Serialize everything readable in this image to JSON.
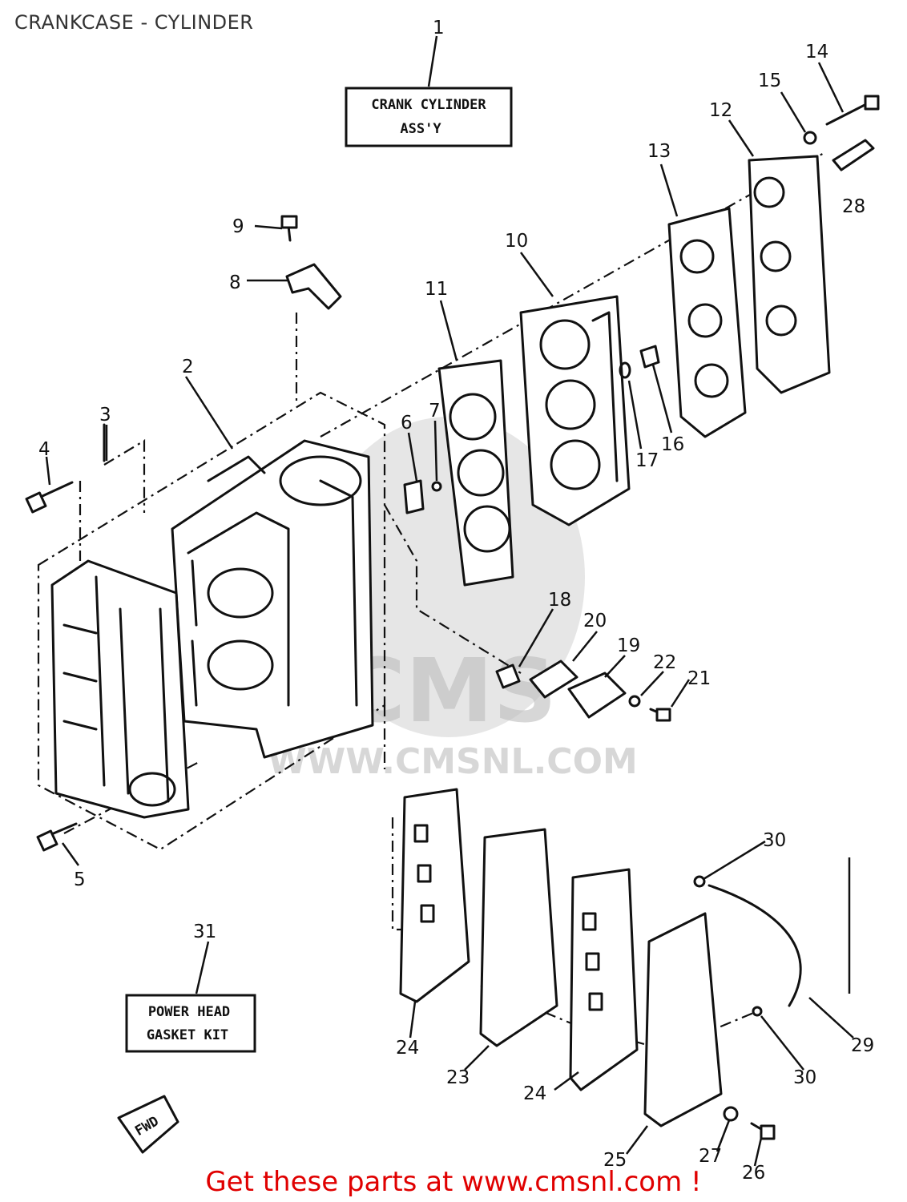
{
  "header": {
    "title": "CRANKCASE - CYLINDER"
  },
  "footer": {
    "link_text": "Get these parts at www.cmsnl.com !"
  },
  "watermark": {
    "text": "WWW.CMSNL.COM",
    "logo": "CMS"
  },
  "boxes": {
    "crank_cylinder": {
      "line1": "CRANK CYLINDER",
      "line2": "ASS'Y"
    },
    "gasket_kit": {
      "line1": "POWER HEAD",
      "line2": "GASKET KIT"
    },
    "fwd": "FWD"
  },
  "callouts": [
    {
      "n": "1"
    },
    {
      "n": "2"
    },
    {
      "n": "3"
    },
    {
      "n": "4"
    },
    {
      "n": "5"
    },
    {
      "n": "6"
    },
    {
      "n": "7"
    },
    {
      "n": "8"
    },
    {
      "n": "9"
    },
    {
      "n": "10"
    },
    {
      "n": "11"
    },
    {
      "n": "12"
    },
    {
      "n": "13"
    },
    {
      "n": "14"
    },
    {
      "n": "15"
    },
    {
      "n": "16"
    },
    {
      "n": "17"
    },
    {
      "n": "18"
    },
    {
      "n": "19"
    },
    {
      "n": "20"
    },
    {
      "n": "21"
    },
    {
      "n": "22"
    },
    {
      "n": "23"
    },
    {
      "n": "24"
    },
    {
      "n": "24"
    },
    {
      "n": "25"
    },
    {
      "n": "26"
    },
    {
      "n": "27"
    },
    {
      "n": "28"
    },
    {
      "n": "29"
    },
    {
      "n": "30"
    },
    {
      "n": "30"
    },
    {
      "n": "31"
    }
  ],
  "colors": {
    "footer": "#e00000",
    "ink": "#111111",
    "title": "#333333"
  }
}
